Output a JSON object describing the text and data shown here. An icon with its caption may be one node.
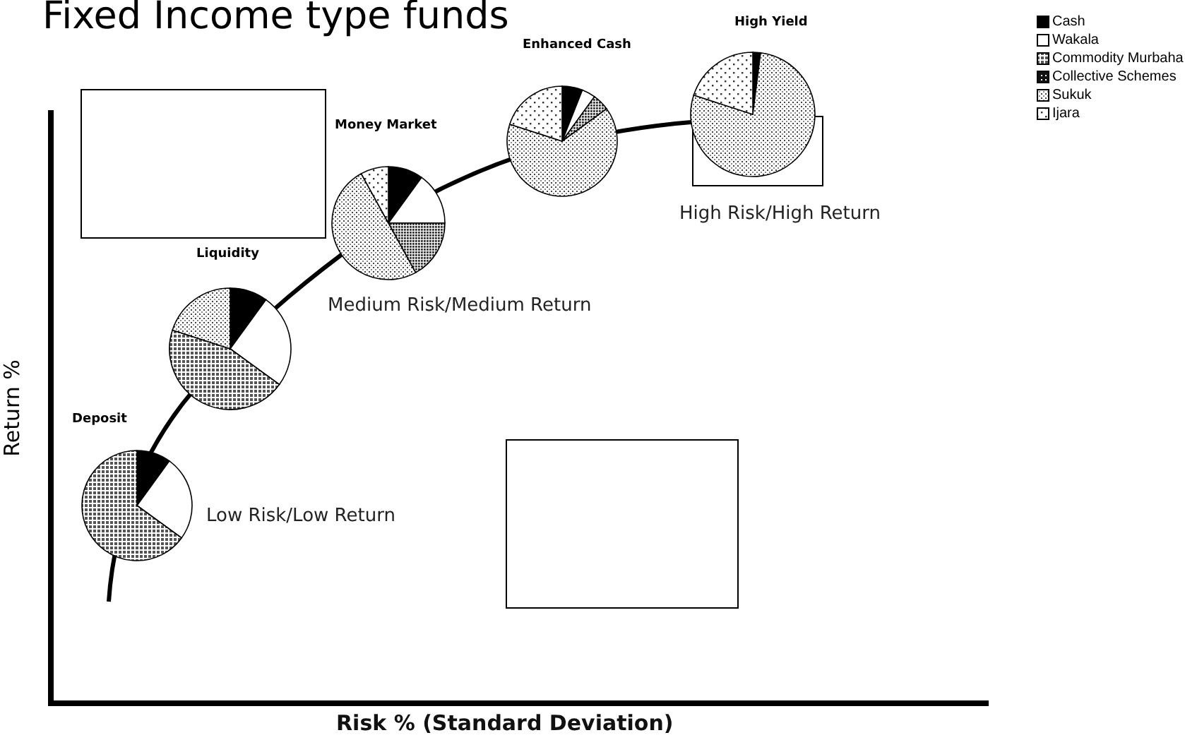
{
  "diagram": {
    "title": "Fixed Income type funds",
    "labels": [
      "High Yield",
      "Enhanced Cash",
      "Money Market",
      "High Risk/High Return",
      "Liquidity",
      "Medium Risk/Medium Return",
      "Deposit",
      "Low Risk/Low Return",
      "Return %",
      "Risk % (Standard Deviation)"
    ],
    "legend": [
      {
        "text": "Cash",
        "color": "#000000"
      },
      {
        "text": "Wakala"
      },
      {
        "text": "Commodity Murbaha"
      },
      {
        "text": "Collective Schemes"
      },
      {
        "text": "Sukuk"
      },
      {
        "text": "Ijara"
      }
    ]
  }
}
